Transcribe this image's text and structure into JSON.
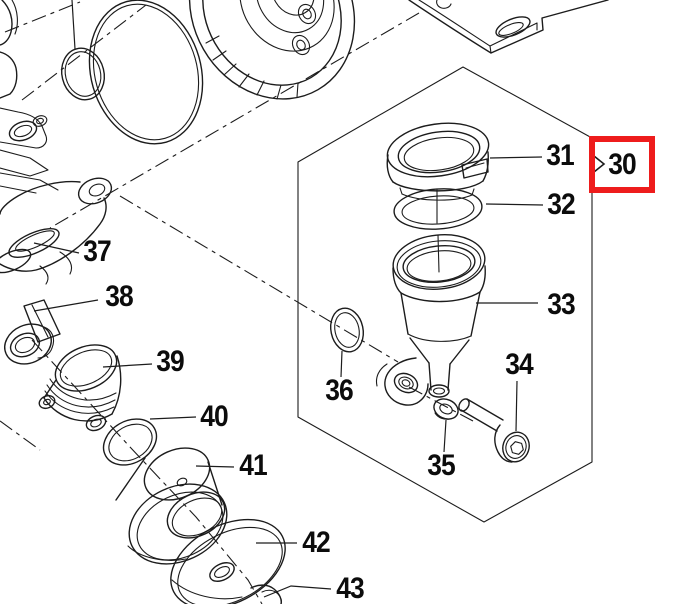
{
  "diagram": {
    "type": "exploded-parts-diagram",
    "background_color": "#ffffff",
    "line_color": "#1c1c1c",
    "highlight": {
      "part_number": "30",
      "box_color": "#ee1c1c",
      "marker_icon": "chevron-right"
    },
    "callouts": [
      {
        "part_number": "30"
      },
      {
        "part_number": "31"
      },
      {
        "part_number": "32"
      },
      {
        "part_number": "33"
      },
      {
        "part_number": "34"
      },
      {
        "part_number": "35"
      },
      {
        "part_number": "36"
      },
      {
        "part_number": "37"
      },
      {
        "part_number": "38"
      },
      {
        "part_number": "39"
      },
      {
        "part_number": "40"
      },
      {
        "part_number": "41"
      },
      {
        "part_number": "42"
      },
      {
        "part_number": "43"
      }
    ]
  }
}
